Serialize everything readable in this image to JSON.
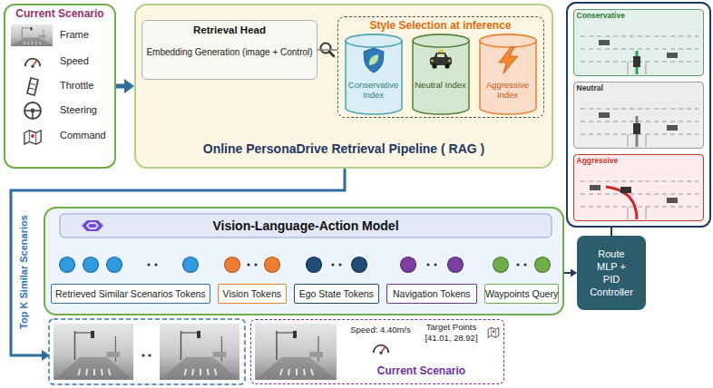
{
  "diagram": {
    "nodes": [
      {
        "text": [
          "Current Scenario",
          "Frame",
          "Speed",
          "Throttle",
          "Steering",
          "Command"
        ]
      },
      {
        "text": [
          "Online PersonaDrive Retrieval Pipeline ( RAG )"
        ]
      },
      {
        "text": [
          "Retrieval Head",
          "Embedding Generation (image + Control)"
        ],
        "in": 1
      },
      {
        "text": [
          "Style Selection at inference"
        ],
        "in": 1
      },
      {
        "text": [
          "Conservative Index"
        ],
        "in": 3
      },
      {
        "text": [
          "Neutral Index"
        ],
        "in": 3
      },
      {
        "text": [
          "Aggressive Index"
        ],
        "in": 3
      },
      {
        "text": [
          "Conservative"
        ]
      },
      {
        "text": [
          "Neutral"
        ]
      },
      {
        "text": [
          "Aggressive"
        ]
      },
      {
        "text": [
          "Vision-Language-Action Model"
        ]
      },
      {
        "text": [
          "Retrieved Similar Scenarios Tokens"
        ],
        "in": 10
      },
      {
        "text": [
          "Vision Tokens"
        ],
        "in": 10
      },
      {
        "text": [
          "Ego State Tokens"
        ],
        "in": 10
      },
      {
        "text": [
          "Navigation Tokens"
        ],
        "in": 10
      },
      {
        "text": [
          "Waypoints Query"
        ],
        "in": 10
      },
      {
        "text": [
          "Route MLP + PID Controller"
        ]
      },
      {
        "text": [
          "Speed: 4.40m/s",
          "Target Points [41.01, 28.92]",
          "Current Scenario"
        ]
      }
    ],
    "edges": [
      {
        "from": 0,
        "to": 1,
        "arrow": "to"
      },
      {
        "from": 2,
        "to": 3,
        "arrow": "none"
      },
      {
        "from": 10,
        "to": 16,
        "arrow": "to"
      }
    ],
    "labels": [
      "Top K Similar Scenarios"
    ]
  }
}
